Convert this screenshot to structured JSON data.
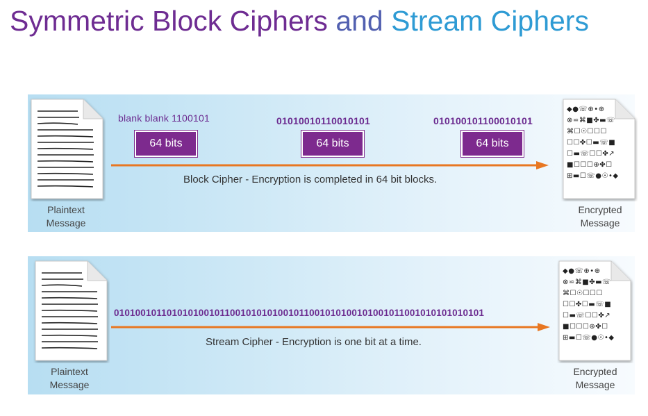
{
  "title": {
    "part1": "Symmetric Block Ciphers ",
    "part2": "and ",
    "part3": "Stream Ciphers"
  },
  "colors": {
    "title_start": "#6b2a8f",
    "title_end": "#2aa3d6",
    "bit_box": "#7d2a8e",
    "arrow": "#e87722",
    "bits_text": "#6b2a8f"
  },
  "block_cipher": {
    "plaintext_label": [
      "Plaintext",
      "Message"
    ],
    "encrypted_label": [
      "Encrypted",
      "Message"
    ],
    "bit_strings": [
      "blank blank 1100101",
      "01010010110010101",
      "010100101100010101"
    ],
    "bit_boxes": [
      "64 bits",
      "64 bits",
      "64 bits"
    ],
    "caption": "Block Cipher - Encryption is completed in 64 bit blocks."
  },
  "stream_cipher": {
    "plaintext_label": [
      "Plaintext",
      "Message"
    ],
    "encrypted_label": [
      "Encrypted",
      "Message"
    ],
    "bit_string": "0101001011010101001011001010101001011001010100101001011001010101010101",
    "caption": "Stream Cipher - Encryption is one bit at a time."
  },
  "encrypted_glyphs": "◆●☏⊕•⊕\n⊗⋍⌘■✤▬☏\n⌘☐☉☐☐☐\n☐☐✤☐▬☏■\n☐▬☏☐☐✤↗\n■☐☐☐⊕✤☐\n⊞▬☐☏●☉•◆"
}
